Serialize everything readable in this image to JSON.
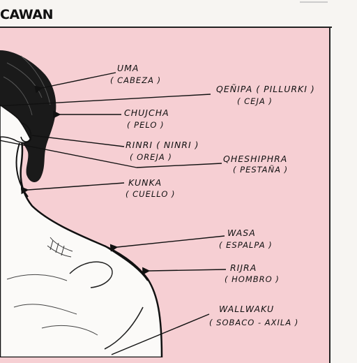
{
  "header": {
    "title": "CAWAN"
  },
  "colors": {
    "panel": "#f6cfd3",
    "ink": "#111111",
    "hair": "#1a1a1a",
    "skin": "#fbfaf8"
  },
  "labels": [
    {
      "id": "uma",
      "quechua": "UMA",
      "spanish": "( CABEZA )"
    },
    {
      "id": "qenipa",
      "quechua": "QEÑIPA  ( PILLURKI )",
      "spanish": "( CEJA )"
    },
    {
      "id": "chujcha",
      "quechua": "CHUJCHA",
      "spanish": "( PELO )"
    },
    {
      "id": "rinri",
      "quechua": "RINRI  ( NINRI )",
      "spanish": "( OREJA )"
    },
    {
      "id": "qheshiphra",
      "quechua": "QHESHIPHRA",
      "spanish": "( PESTAÑA )"
    },
    {
      "id": "kunka",
      "quechua": "KUNKA",
      "spanish": "( CUELLO )"
    },
    {
      "id": "wasa",
      "quechua": "WASA",
      "spanish": "( ESPALPA )"
    },
    {
      "id": "rijra",
      "quechua": "RIJRA",
      "spanish": "( HOMBRO )"
    },
    {
      "id": "wallwaku",
      "quechua": "WALLWAKU",
      "spanish": "( SOBACO - AXILA )"
    }
  ]
}
